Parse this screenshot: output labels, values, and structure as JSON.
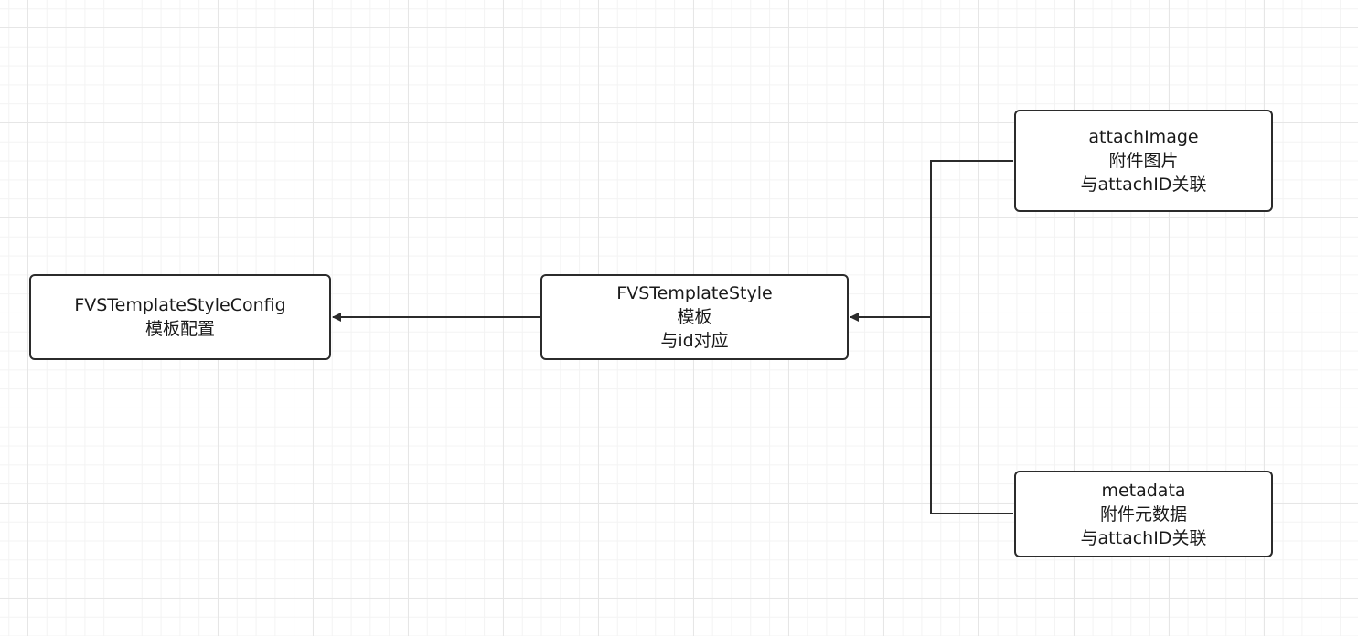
{
  "nodes": {
    "config": {
      "line1": "FVSTemplateStyleConfig",
      "line2": "模板配置"
    },
    "style": {
      "line1": "FVSTemplateStyle",
      "line2": "模板",
      "line3": "与id对应"
    },
    "attach_image": {
      "line1": "attachImage",
      "line2": "附件图片",
      "line3": "与attachID关联"
    },
    "metadata": {
      "line1": "metadata",
      "line2": "附件元数据",
      "line3": "与attachID关联"
    }
  },
  "colors": {
    "stroke": "#2b2b2b",
    "background": "#ffffff",
    "grid": "#e6e6e6"
  }
}
